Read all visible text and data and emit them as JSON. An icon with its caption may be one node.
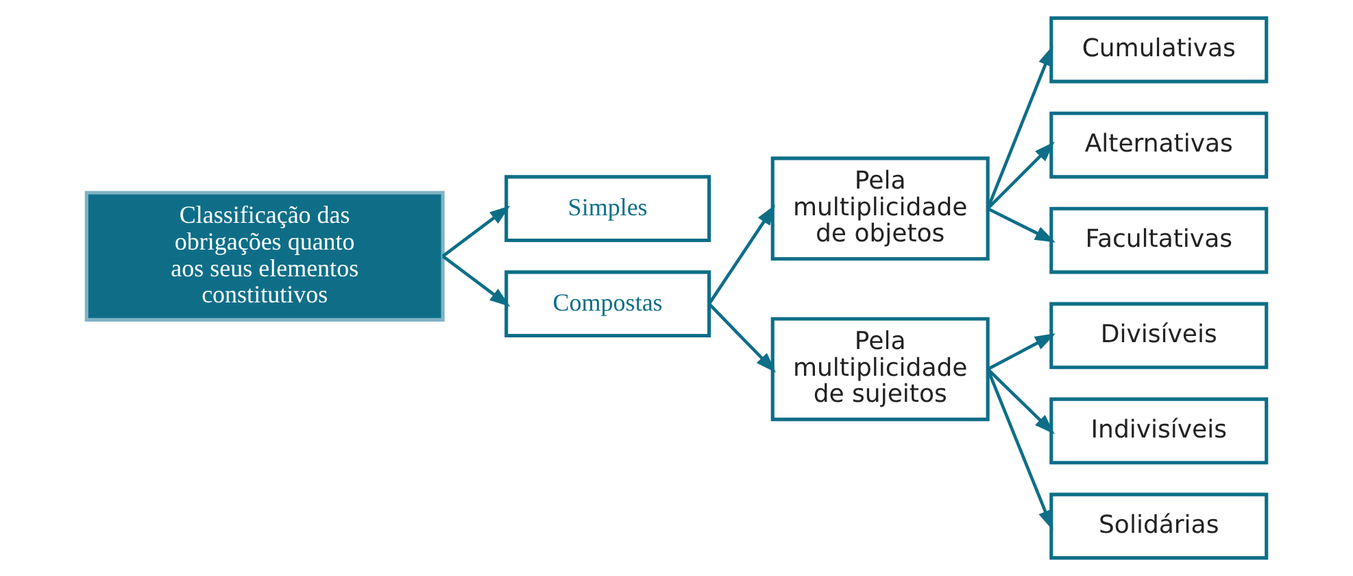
{
  "diagram": {
    "nodes": [
      {
        "text": [
          "Classificação das obrigações quanto aos seus elementos constitutivos"
        ]
      },
      {
        "text": [
          "Simples"
        ]
      },
      {
        "text": [
          "Compostas"
        ]
      },
      {
        "text": [
          "Pela multiplicidade de objetos"
        ]
      },
      {
        "text": [
          "Pela multiplicidade de sujeitos"
        ]
      },
      {
        "text": [
          "Cumulativas"
        ]
      },
      {
        "text": [
          "Alternativas"
        ]
      },
      {
        "text": [
          "Facultativas"
        ]
      },
      {
        "text": [
          "Divisíveis"
        ]
      },
      {
        "text": [
          "Indivisíveis"
        ]
      },
      {
        "text": [
          "Solidárias"
        ]
      }
    ],
    "edges": [
      {
        "from": 0,
        "to": 1,
        "arrow": "to"
      },
      {
        "from": 0,
        "to": 2,
        "arrow": "to"
      },
      {
        "from": 2,
        "to": 3,
        "arrow": "to"
      },
      {
        "from": 2,
        "to": 4,
        "arrow": "to"
      },
      {
        "from": 3,
        "to": 5,
        "arrow": "to"
      },
      {
        "from": 3,
        "to": 6,
        "arrow": "to"
      },
      {
        "from": 3,
        "to": 7,
        "arrow": "to"
      },
      {
        "from": 4,
        "to": 8,
        "arrow": "to"
      },
      {
        "from": 4,
        "to": 9,
        "arrow": "to"
      },
      {
        "from": 4,
        "to": 10,
        "arrow": "to"
      }
    ]
  }
}
